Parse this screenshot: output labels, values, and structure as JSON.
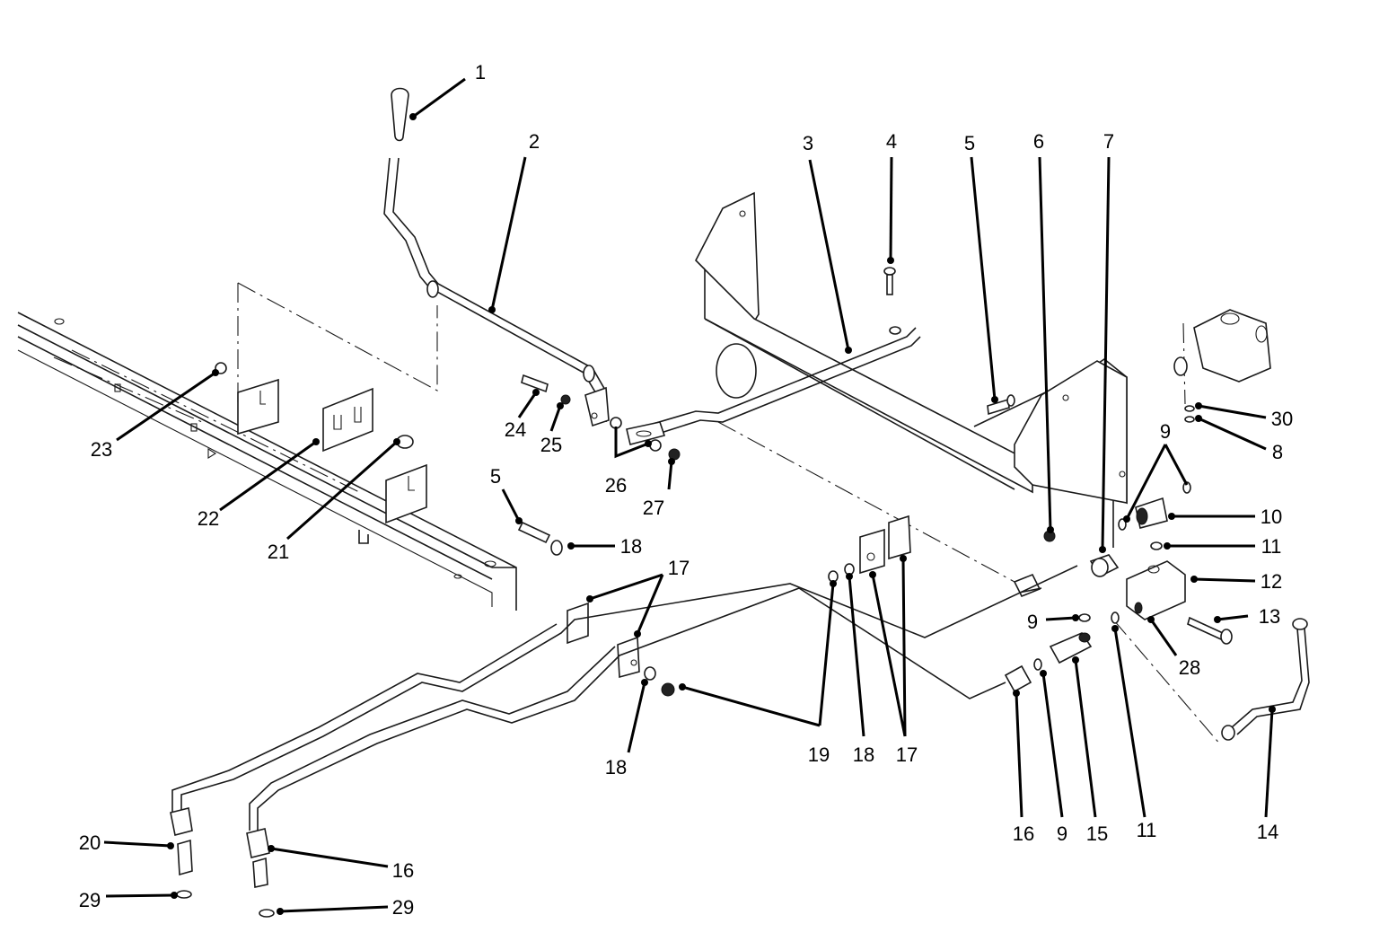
{
  "callouts": [
    {
      "id": "c1",
      "text": "1"
    },
    {
      "id": "c2",
      "text": "2"
    },
    {
      "id": "c3",
      "text": "3"
    },
    {
      "id": "c4",
      "text": "4"
    },
    {
      "id": "c5a",
      "text": "5"
    },
    {
      "id": "c6",
      "text": "6"
    },
    {
      "id": "c7",
      "text": "7"
    },
    {
      "id": "c9a",
      "text": "9"
    },
    {
      "id": "c30",
      "text": "30"
    },
    {
      "id": "c8",
      "text": "8"
    },
    {
      "id": "c10",
      "text": "10"
    },
    {
      "id": "c11a",
      "text": "11"
    },
    {
      "id": "c12",
      "text": "12"
    },
    {
      "id": "c13",
      "text": "13"
    },
    {
      "id": "c9b",
      "text": "9"
    },
    {
      "id": "c28",
      "text": "28"
    },
    {
      "id": "c23",
      "text": "23"
    },
    {
      "id": "c24",
      "text": "24"
    },
    {
      "id": "c25",
      "text": "25"
    },
    {
      "id": "c26",
      "text": "26"
    },
    {
      "id": "c27",
      "text": "27"
    },
    {
      "id": "c22",
      "text": "22"
    },
    {
      "id": "c21",
      "text": "21"
    },
    {
      "id": "c5b",
      "text": "5"
    },
    {
      "id": "c18a",
      "text": "18"
    },
    {
      "id": "c17a",
      "text": "17"
    },
    {
      "id": "c18b",
      "text": "18"
    },
    {
      "id": "c19",
      "text": "19"
    },
    {
      "id": "c18c",
      "text": "18"
    },
    {
      "id": "c17b",
      "text": "17"
    },
    {
      "id": "c16a",
      "text": "16"
    },
    {
      "id": "c9c",
      "text": "9"
    },
    {
      "id": "c15",
      "text": "15"
    },
    {
      "id": "c11b",
      "text": "11"
    },
    {
      "id": "c14",
      "text": "14"
    },
    {
      "id": "c20",
      "text": "20"
    },
    {
      "id": "c16b",
      "text": "16"
    },
    {
      "id": "c29a",
      "text": "29"
    },
    {
      "id": "c29b",
      "text": "29"
    }
  ]
}
